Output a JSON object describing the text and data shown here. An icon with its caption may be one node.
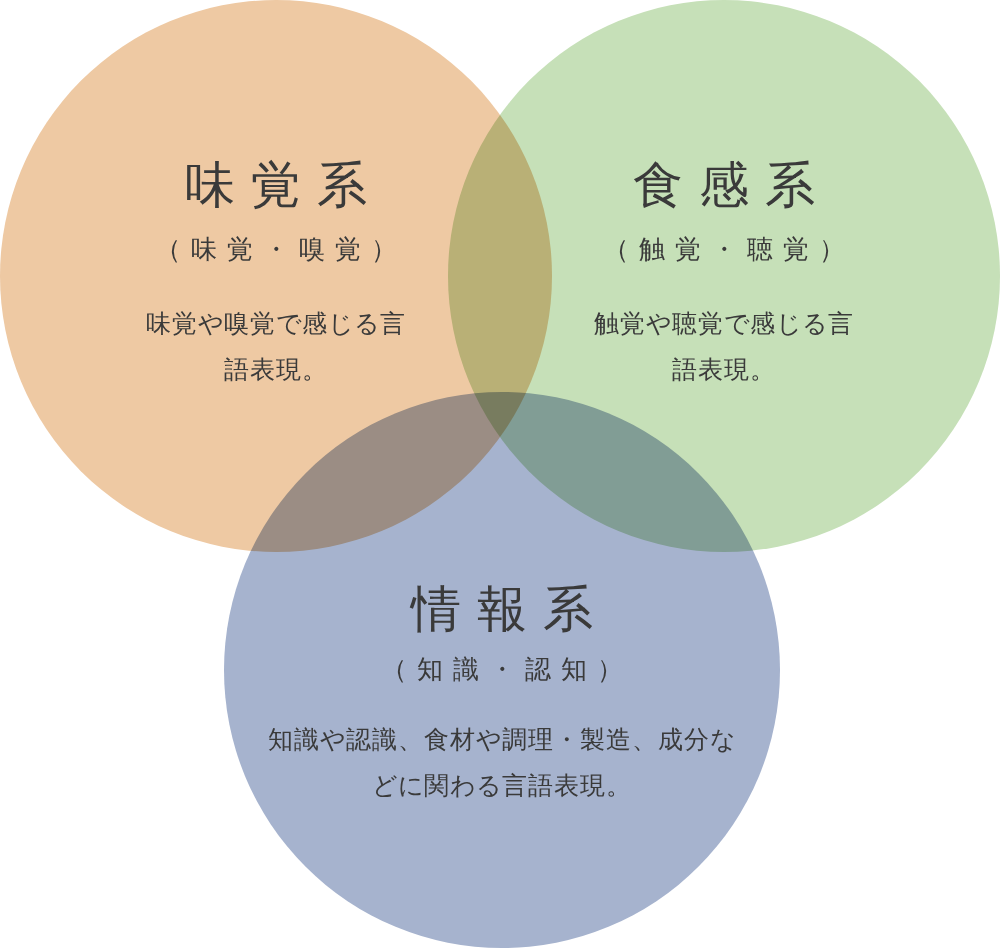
{
  "diagram": {
    "nodes": [
      {
        "text": [
          "味覚系",
          "（味覚・嗅覚）",
          "味覚や嗅覚で感じる言語表現。"
        ]
      },
      {
        "text": [
          "食感系",
          "（触覚・聴覚）",
          "触覚や聴覚で感じる言語表現。"
        ]
      },
      {
        "text": [
          "情報系",
          "（知識・認知）",
          "知識や認識、食材や調理・製造、成分などに関わる言語表現。"
        ]
      }
    ],
    "edges": []
  }
}
